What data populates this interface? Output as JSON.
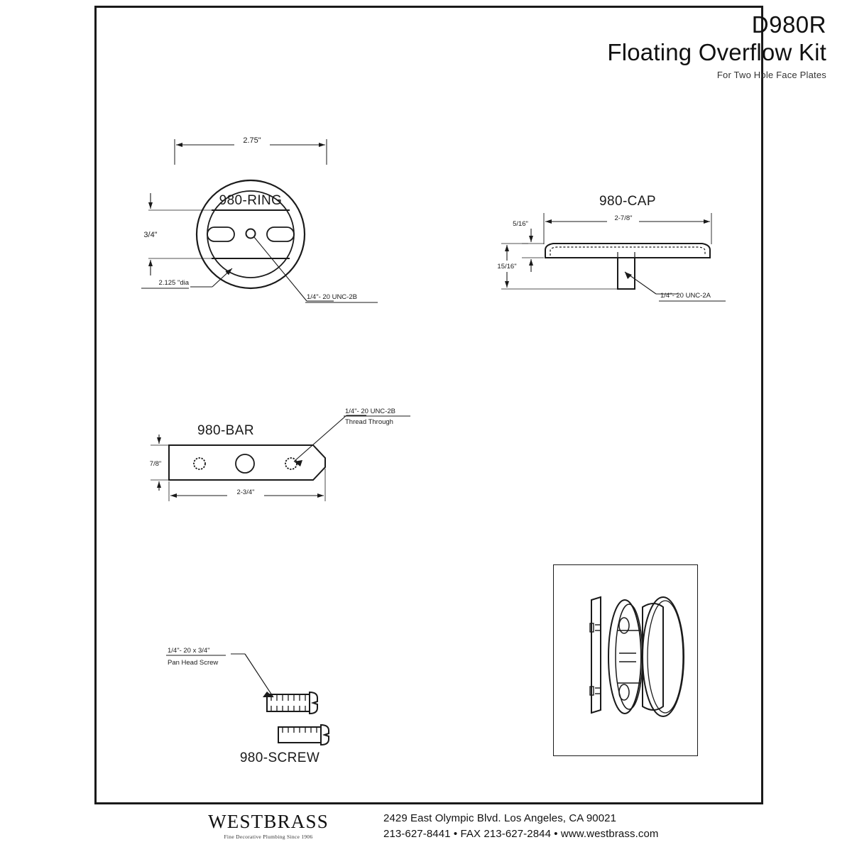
{
  "document": {
    "part_number": "D980R",
    "product_name": "Floating Overflow Kit",
    "subtitle": "For Two Hole Face Plates"
  },
  "parts": {
    "ring": {
      "label": "980-RING",
      "width_dim": "2.75\"",
      "height_dim": "3/4\"",
      "inner_dia": "2.125 \"dia",
      "thread_callout": "1/4\"- 20 UNC-2B"
    },
    "cap": {
      "label": "980-CAP",
      "width_dim": "2-7/8\"",
      "thickness_dim": "5/16\"",
      "overall_dim": "15/16\"",
      "thread_callout": "1/4\"- 20 UNC-2A"
    },
    "bar": {
      "label": "980-BAR",
      "height_dim": "7/8\"",
      "length_dim": "2-3/4\"",
      "thread_callout_line1": "1/4\"- 20 UNC-2B",
      "thread_callout_line2": "Thread Through"
    },
    "screw": {
      "label": "980-SCREW",
      "callout_line1": "1/4\"- 20 x 3/4\"",
      "callout_line2": "Pan Head Screw"
    }
  },
  "footer": {
    "brand": "WESTBRASS",
    "tagline": "Fine Decorative Plumbing Since 1906",
    "address": "2429 East Olympic Blvd. Los Angeles, CA  90021",
    "contact": "213-627-8441 • FAX 213-627-2844 • www.westbrass.com"
  },
  "colors": {
    "ink": "#1a1a1a",
    "paper": "#ffffff"
  }
}
